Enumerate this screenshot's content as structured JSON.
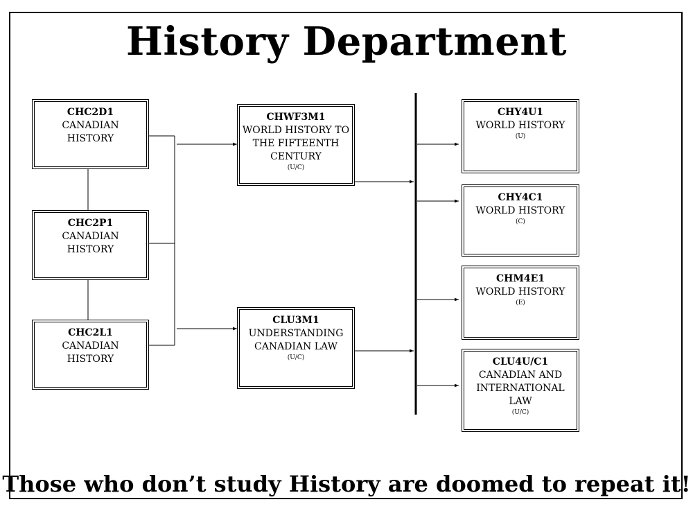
{
  "title": "History Department",
  "footer": "Those who don’t study History are doomed to repeat it!",
  "courses": {
    "chc2d1": {
      "code": "CHC2D1",
      "name": [
        "CANADIAN",
        "HISTORY"
      ],
      "level": ""
    },
    "chc2p1": {
      "code": "CHC2P1",
      "name": [
        "CANADIAN",
        "HISTORY"
      ],
      "level": ""
    },
    "chc2l1": {
      "code": "CHC2L1",
      "name": [
        "CANADIAN",
        "HISTORY"
      ],
      "level": ""
    },
    "chwf3m1": {
      "code": "CHWF3M1",
      "name": [
        "WORLD HISTORY TO",
        "THE FIFTEENTH",
        "CENTURY"
      ],
      "level": "(U/C)"
    },
    "clu3m1": {
      "code": "CLU3M1",
      "name": [
        "UNDERSTANDING",
        "CANADIAN LAW"
      ],
      "level": "(U/C)"
    },
    "chy4u1": {
      "code": "CHY4U1",
      "name": [
        "WORLD HISTORY"
      ],
      "level": "(U)"
    },
    "chy4c1": {
      "code": "CHY4C1",
      "name": [
        "WORLD HISTORY"
      ],
      "level": "(C)"
    },
    "chm4e1": {
      "code": "CHM4E1",
      "name": [
        "WORLD HISTORY"
      ],
      "level": "(E)"
    },
    "clu4uc1": {
      "code": "CLU4U/C1",
      "name": [
        "CANADIAN AND",
        "INTERNATIONAL",
        "LAW"
      ],
      "level": "(U/C)"
    }
  }
}
